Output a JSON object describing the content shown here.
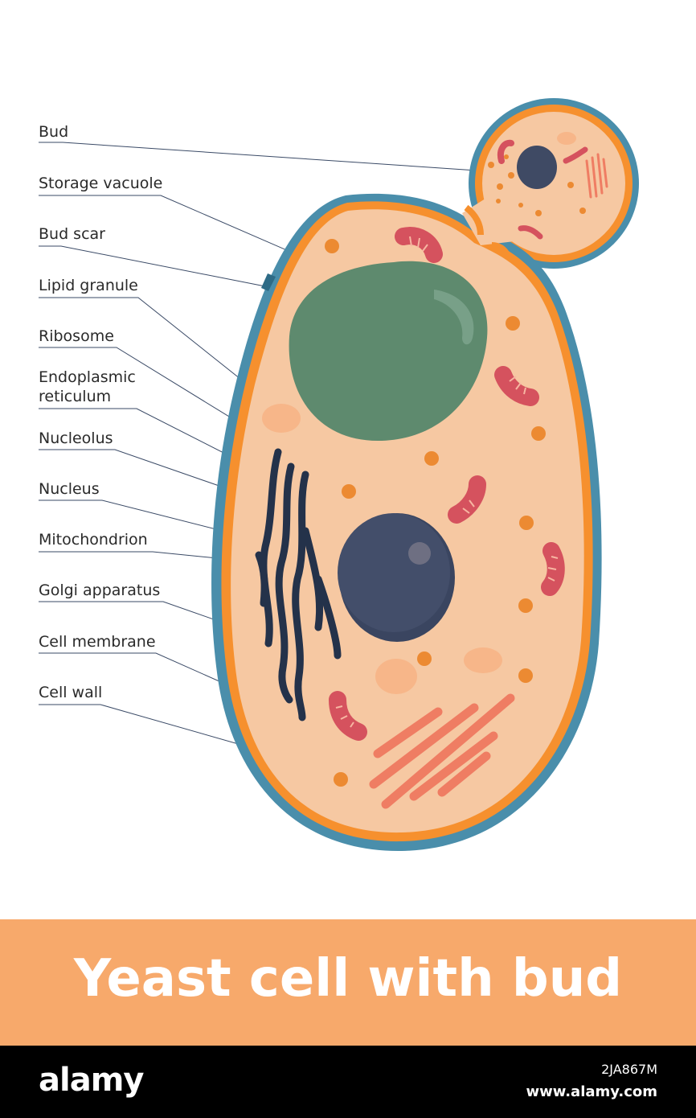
{
  "labels": {
    "bud": "Bud",
    "storage_vacuole": "Storage vacuole",
    "bud_scar": "Bud scar",
    "lipid_granule": "Lipid granule",
    "ribosome": "Ribosome",
    "endoplasmic_reticulum": "Endoplasmic\nreticulum",
    "nucleolus": "Nucleolus",
    "nucleus": "Nucleus",
    "mitochondrion": "Mitochondrion",
    "golgi_apparatus": "Golgi apparatus",
    "cell_membrane": "Cell membrane",
    "cell_wall": "Cell wall"
  },
  "title": "Yeast cell with bud",
  "footer": {
    "logo": "alamy",
    "image_id": "2JA867M",
    "site": "www.alamy.com"
  },
  "colors": {
    "cell_wall": "#4a8eab",
    "cell_membrane": "#f6902e",
    "cytoplasm": "#f6c8a2",
    "vacuole": "#5e8a6e",
    "nucleus": "#3f4a64",
    "er": "#24324a",
    "mitochondrion": "#d5525e",
    "golgi": "#ef7d63",
    "ribosome": "#ec8a32",
    "lipid": "#f7b689",
    "title_band": "#f7a96b"
  }
}
